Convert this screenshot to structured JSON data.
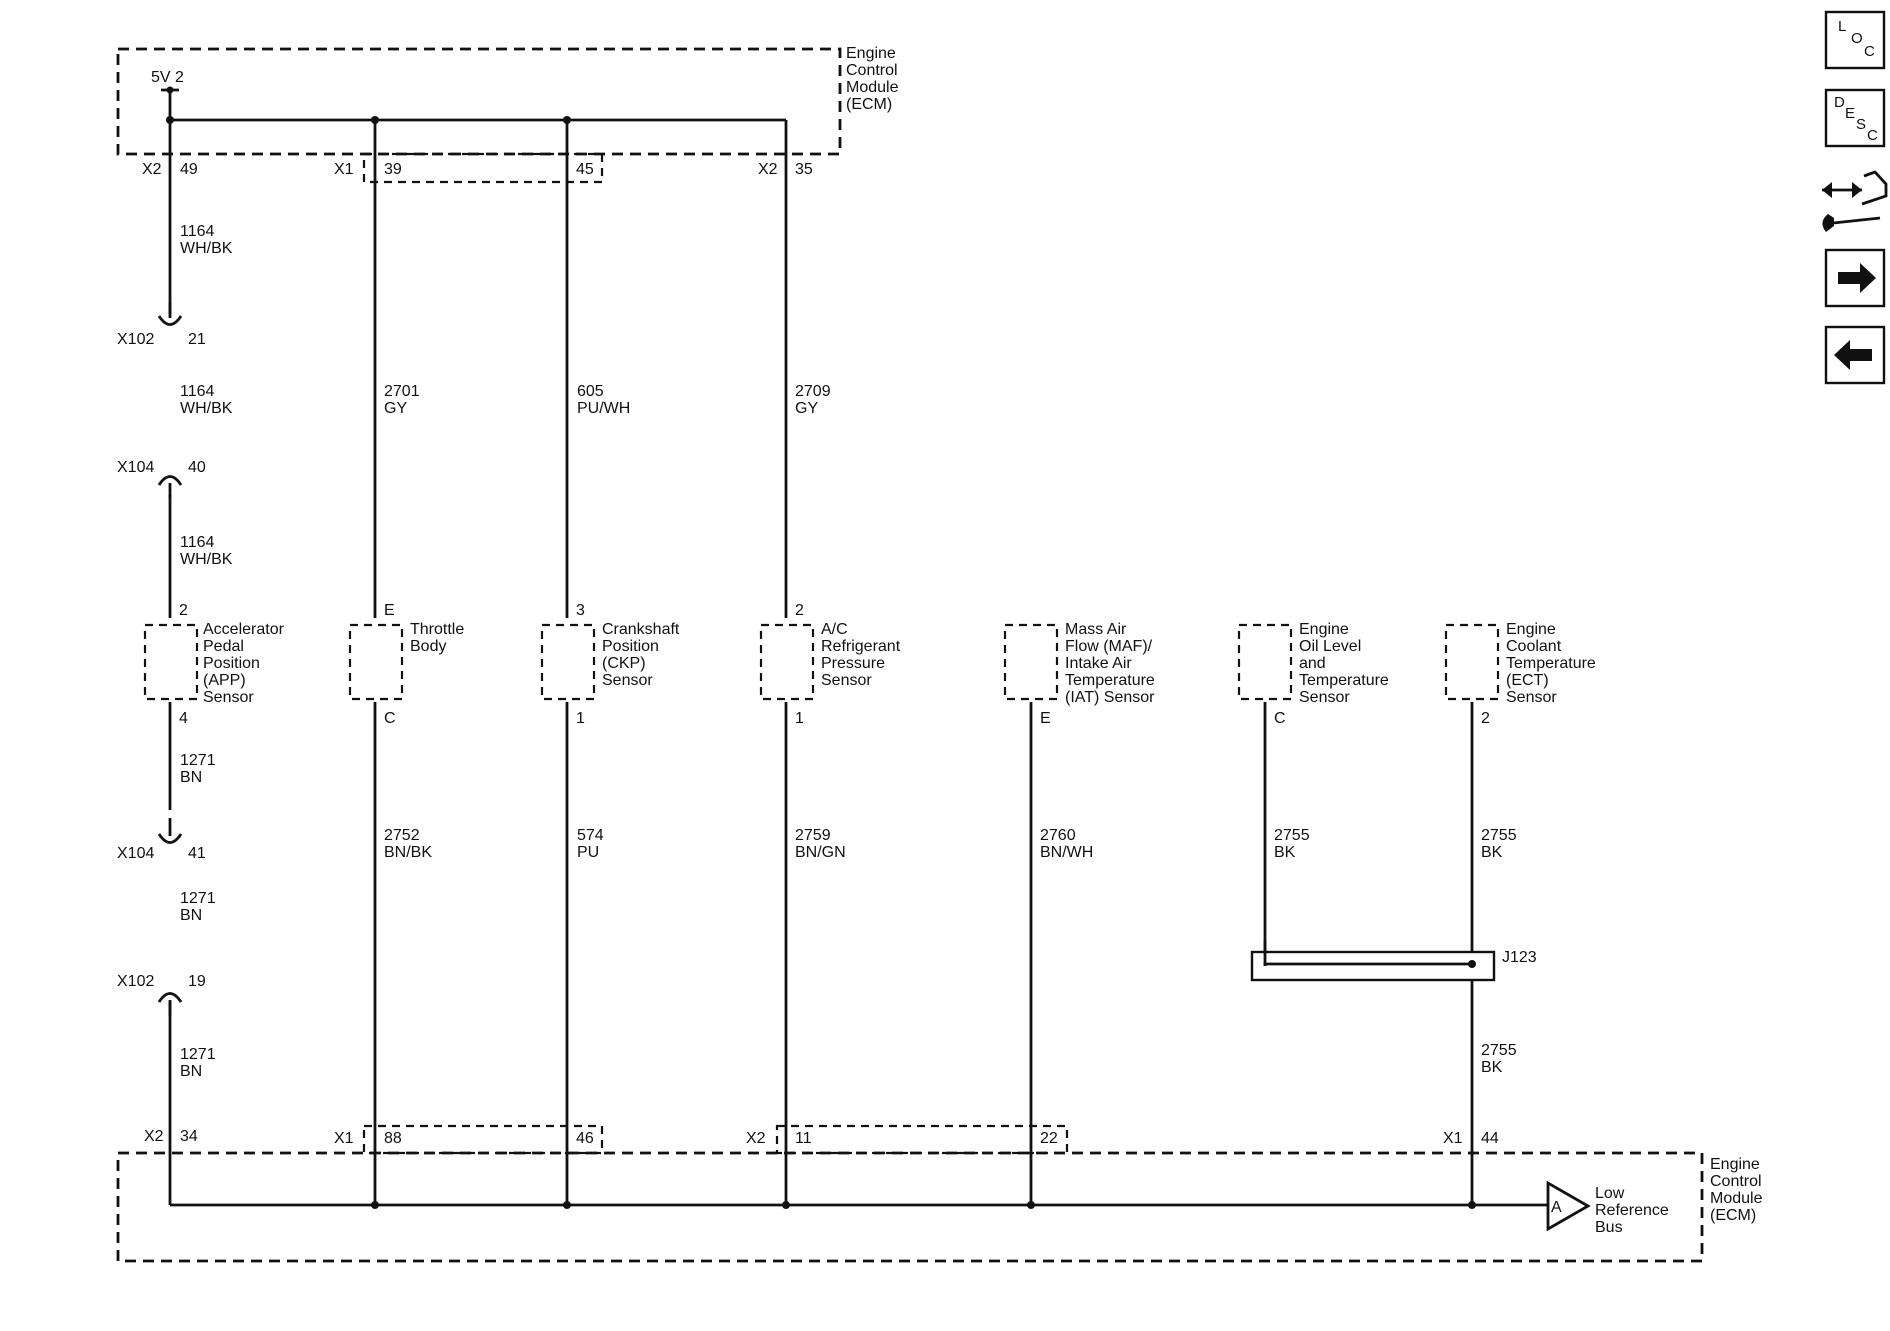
{
  "ecm_top": {
    "label": [
      "Engine",
      "Control",
      "Module",
      "(ECM)"
    ],
    "supply": "5V 2",
    "pins": [
      {
        "connector": "X2",
        "pin": "49"
      },
      {
        "connector": "X1",
        "pin": "39"
      },
      {
        "pin": "45"
      },
      {
        "connector": "X2",
        "pin": "35"
      }
    ]
  },
  "ecm_bottom": {
    "label": [
      "Engine",
      "Control",
      "Module",
      "(ECM)"
    ],
    "pins": [
      {
        "connector": "X2",
        "pin": "34"
      },
      {
        "connector": "X1",
        "pin": "88"
      },
      {
        "pin": "46"
      },
      {
        "connector": "X2",
        "pin": "11"
      },
      {
        "pin": "22"
      },
      {
        "connector": "X1",
        "pin": "44"
      }
    ],
    "bus_terminal": "A",
    "bus_label": [
      "Low",
      "Reference",
      "Bus"
    ]
  },
  "inline_connectors": [
    {
      "id": "X102",
      "pin": "21"
    },
    {
      "id": "X104",
      "pin": "40"
    },
    {
      "id": "X104",
      "pin": "41"
    },
    {
      "id": "X102",
      "pin": "19"
    }
  ],
  "wires": [
    {
      "circuit": "1164",
      "color": "WH/BK"
    },
    {
      "circuit": "1164",
      "color": "WH/BK"
    },
    {
      "circuit": "1164",
      "color": "WH/BK"
    },
    {
      "circuit": "2701",
      "color": "GY"
    },
    {
      "circuit": "605",
      "color": "PU/WH"
    },
    {
      "circuit": "2709",
      "color": "GY"
    },
    {
      "circuit": "1271",
      "color": "BN"
    },
    {
      "circuit": "1271",
      "color": "BN"
    },
    {
      "circuit": "1271",
      "color": "BN"
    },
    {
      "circuit": "2752",
      "color": "BN/BK"
    },
    {
      "circuit": "574",
      "color": "PU"
    },
    {
      "circuit": "2759",
      "color": "BN/GN"
    },
    {
      "circuit": "2760",
      "color": "BN/WH"
    },
    {
      "circuit": "2755",
      "color": "BK"
    },
    {
      "circuit": "2755",
      "color": "BK"
    },
    {
      "circuit": "2755",
      "color": "BK"
    }
  ],
  "sensors": [
    {
      "pin_top": "2",
      "pin_bottom": "4",
      "label": [
        "Accelerator",
        "Pedal",
        "Position",
        "(APP)",
        "Sensor"
      ]
    },
    {
      "pin_top": "E",
      "pin_bottom": "C",
      "label": [
        "Throttle",
        "Body"
      ]
    },
    {
      "pin_top": "3",
      "pin_bottom": "1",
      "label": [
        "Crankshaft",
        "Position",
        "(CKP)",
        "Sensor"
      ]
    },
    {
      "pin_top": "2",
      "pin_bottom": "1",
      "label": [
        "A/C",
        "Refrigerant",
        "Pressure",
        "Sensor"
      ]
    },
    {
      "pin_top": "",
      "pin_bottom": "E",
      "label": [
        "Mass Air",
        "Flow (MAF)/",
        "Intake Air",
        "Temperature",
        "(IAT) Sensor"
      ]
    },
    {
      "pin_top": "",
      "pin_bottom": "C",
      "label": [
        "Engine",
        "Oil Level",
        "and",
        "Temperature",
        "Sensor"
      ]
    },
    {
      "pin_top": "",
      "pin_bottom": "2",
      "label": [
        "Engine",
        "Coolant",
        "Temperature",
        "(ECT)",
        "Sensor"
      ]
    }
  ],
  "splice": {
    "id": "J123"
  },
  "nav": {
    "loc": [
      "L",
      "O",
      "C"
    ],
    "desc": [
      "D",
      "E",
      "S",
      "C"
    ]
  }
}
